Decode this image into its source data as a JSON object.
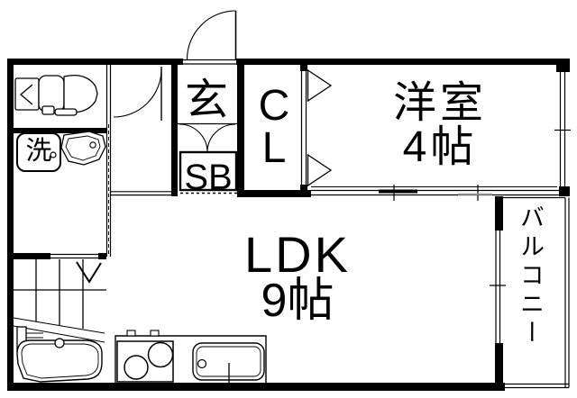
{
  "plan": {
    "background": "#ffffff",
    "line_color": "#000000",
    "rooms": {
      "genkan": {
        "label": "玄"
      },
      "closet": {
        "letters": [
          "C",
          "L"
        ]
      },
      "western_room": {
        "name": "洋室",
        "size": "4帖"
      },
      "ldk": {
        "name": "LDK",
        "size": "9帖"
      },
      "shoe_box": {
        "label": "SB"
      },
      "washing_machine": {
        "label": "洗"
      },
      "balcony": {
        "label": "バルコニー"
      }
    },
    "fixtures": {
      "toilet": "toilet-icon",
      "washbasin": "washbasin-icon",
      "bathtub": "bathtub-icon",
      "stairs": "stairs-icon",
      "stove": "stove-icon",
      "kitchen_sink": "kitchen-sink-icon",
      "entrance_door": "entrance-door-icon",
      "hall_door": "hall-door-icon",
      "shoebox_doors": "shoebox-doors-icon",
      "closet_doors": "closet-doors-icon",
      "windows": "window-icon"
    }
  }
}
